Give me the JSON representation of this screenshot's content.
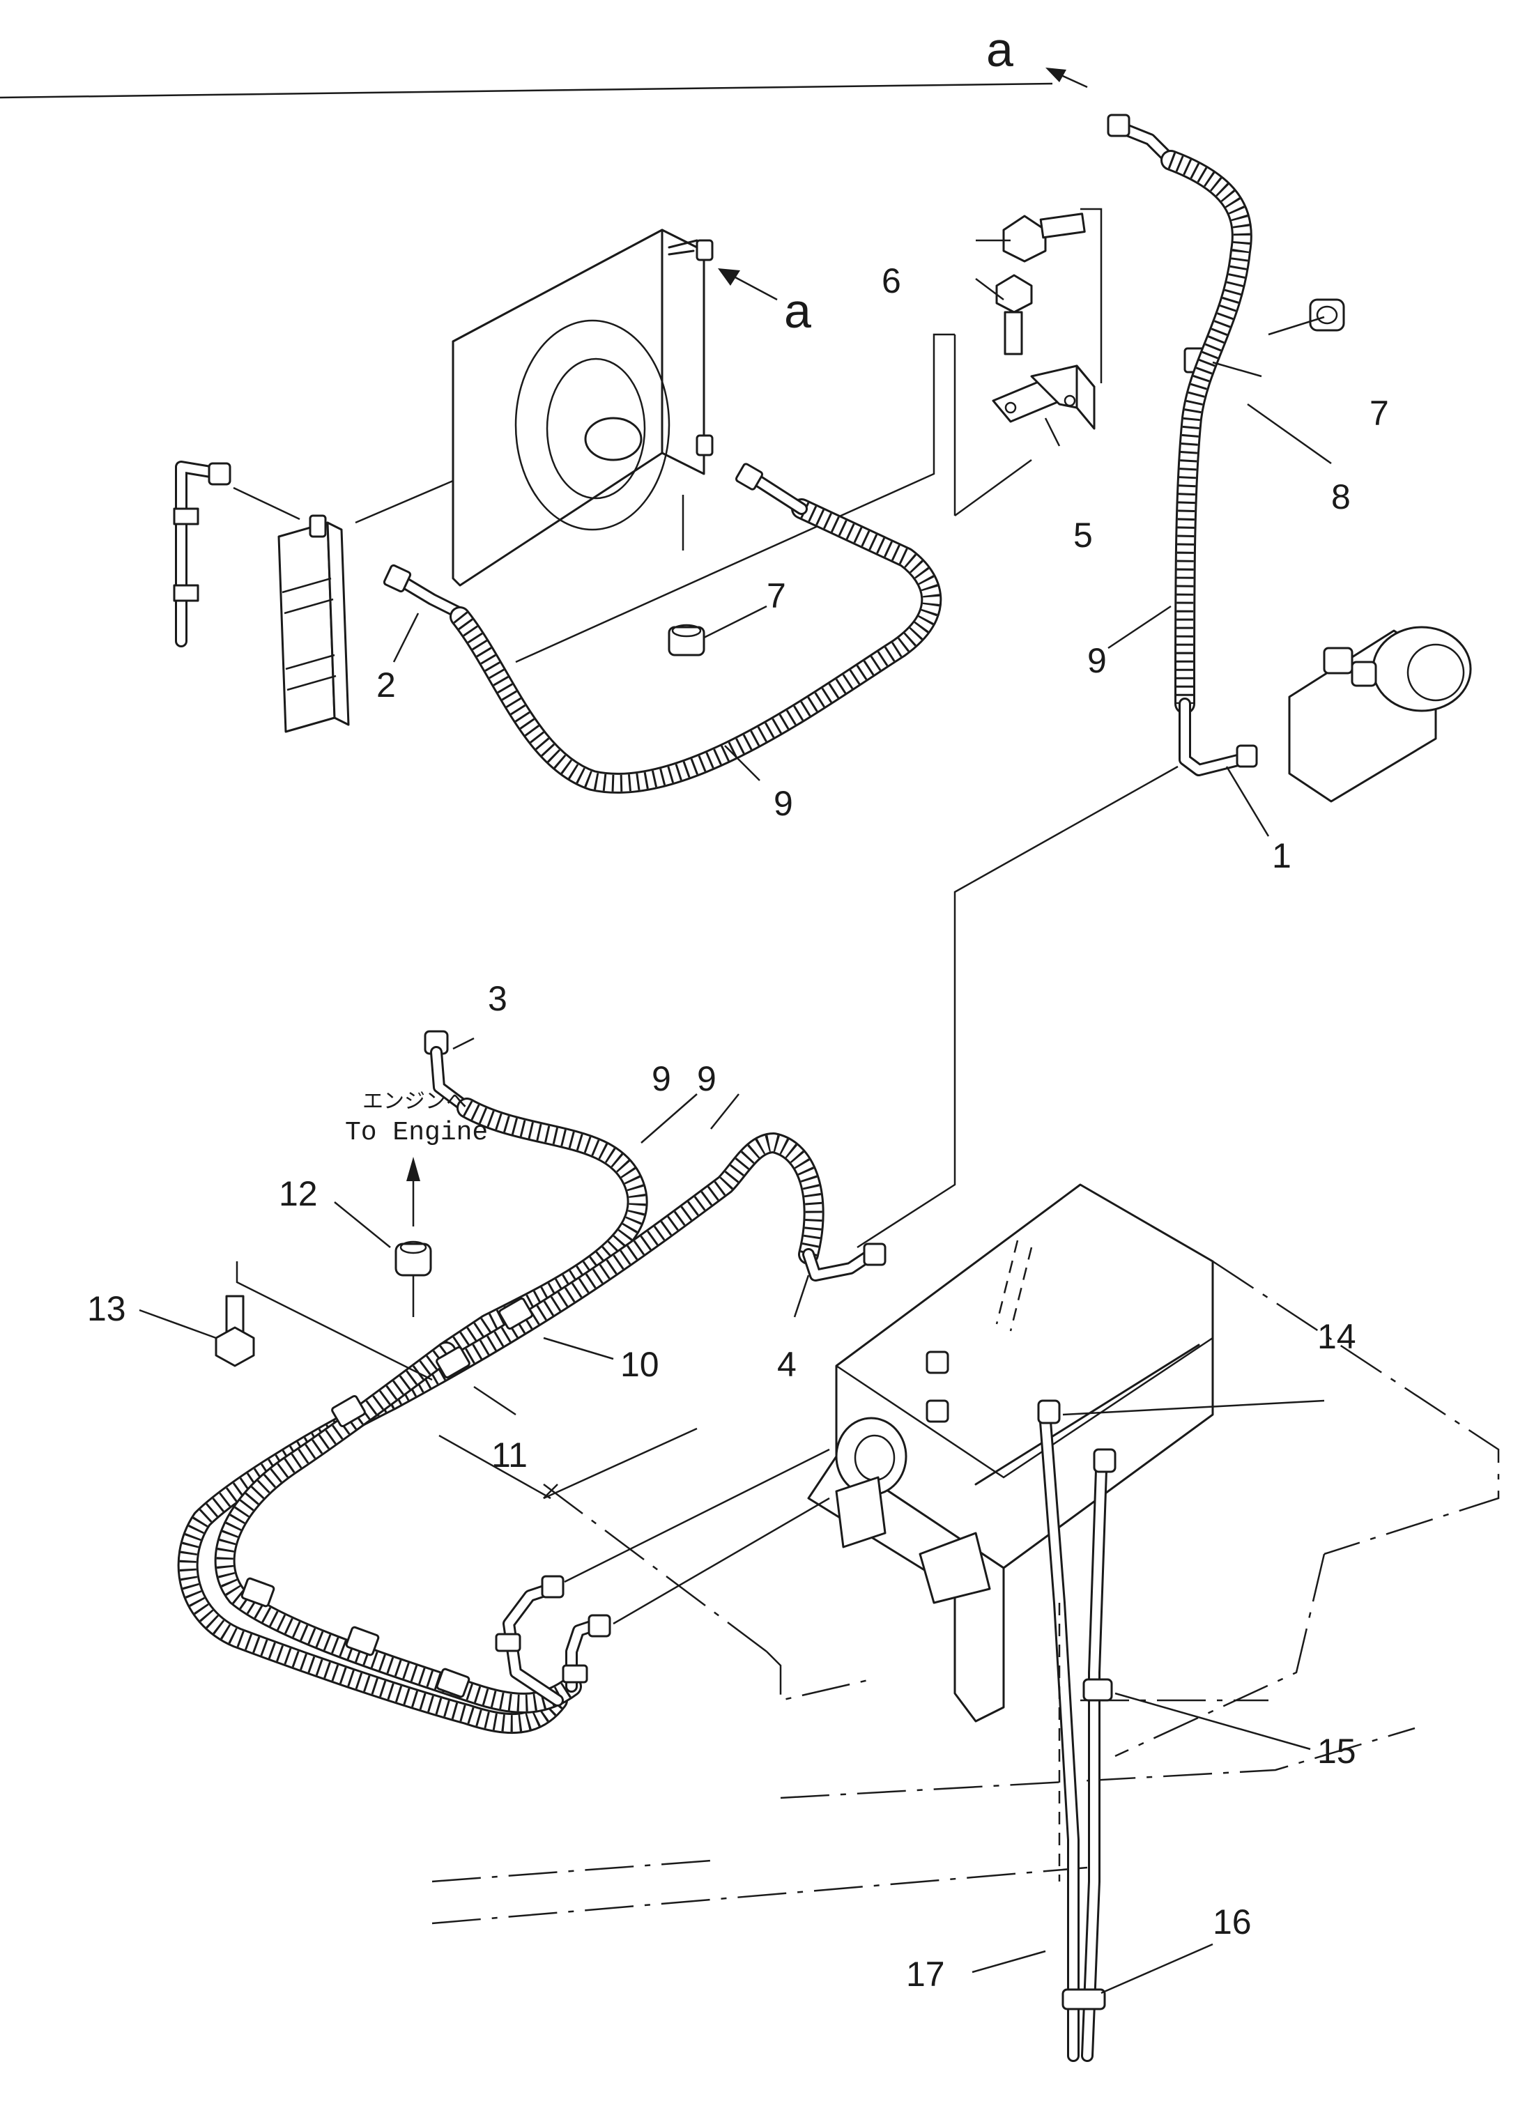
{
  "callouts": {
    "c1": "1",
    "c2": "2",
    "c3": "3",
    "c4": "4",
    "c5": "5",
    "c6": "6",
    "c7a": "7",
    "c7b": "7",
    "c8": "8",
    "c9a": "9",
    "c9b": "9",
    "c9c": "9",
    "c9d": "9",
    "c10": "10",
    "c11": "11",
    "c12": "12",
    "c13": "13",
    "c14": "14",
    "c15": "15",
    "c16": "16",
    "c17": "17"
  },
  "references": {
    "top": "a",
    "side": "a"
  },
  "note": {
    "jp": "エンジンへ",
    "en": "To Engine"
  }
}
